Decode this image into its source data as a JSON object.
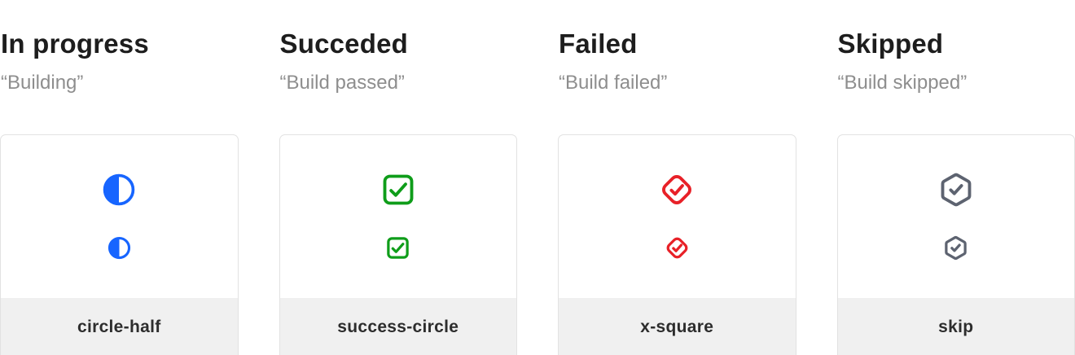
{
  "theme": {
    "page_bg": "#ffffff",
    "title_color": "#1d1d1d",
    "quote_color": "#8e8e8e",
    "card_border": "#e2e2e2",
    "footer_bg": "#f0f0f0",
    "label_color": "#2d2d2d"
  },
  "columns": [
    {
      "title": "In progress",
      "quote": "“Building”",
      "icon_name": "circle-half-icon",
      "label": "circle-half",
      "accent": "#1765ff"
    },
    {
      "title": "Succeded",
      "quote": "“Build passed”",
      "icon_name": "checkbox-check-icon",
      "label": "success-circle",
      "accent": "#0f9d1a"
    },
    {
      "title": "Failed",
      "quote": "“Build failed”",
      "icon_name": "diamond-check-icon",
      "label": "x-square",
      "accent": "#e82128"
    },
    {
      "title": "Skipped",
      "quote": "“Build skipped”",
      "icon_name": "hexagon-check-icon",
      "label": "skip",
      "accent": "#5d6370"
    }
  ]
}
